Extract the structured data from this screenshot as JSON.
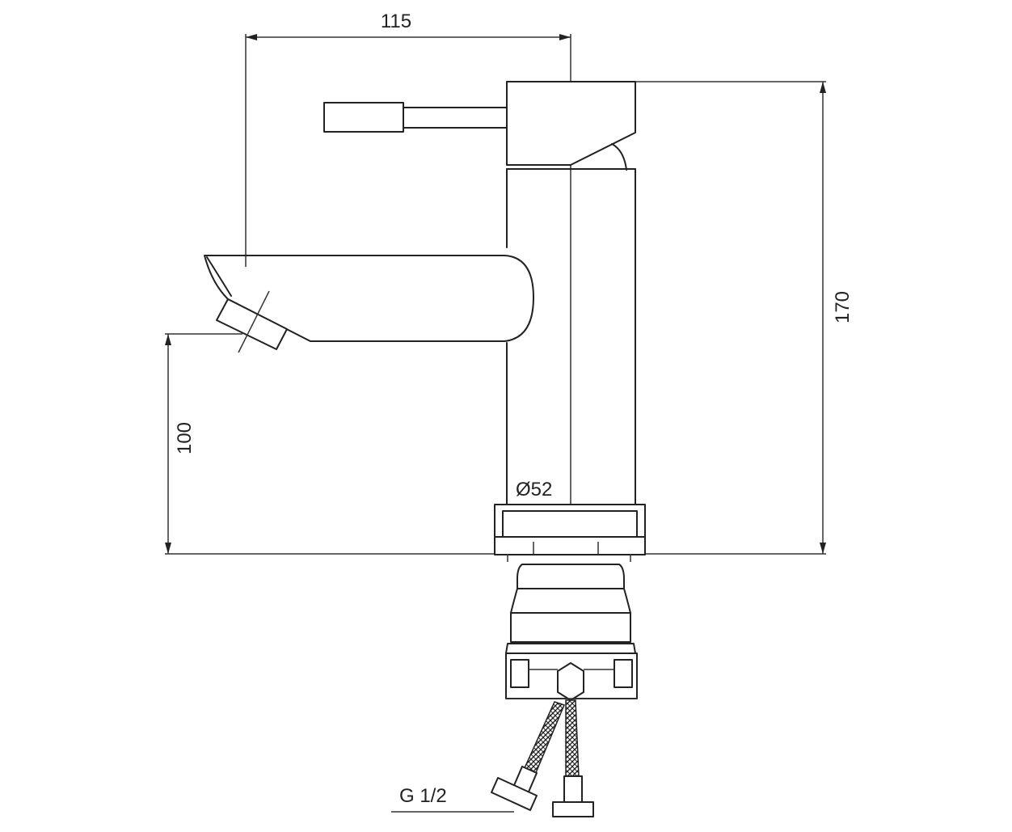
{
  "dimensions": {
    "width_label": "115",
    "height_label": "170",
    "spout_height_label": "100",
    "base_diameter_label": "Ø52",
    "thread_label": "G 1/2"
  },
  "colors": {
    "line": "#222222",
    "background": "#ffffff"
  }
}
